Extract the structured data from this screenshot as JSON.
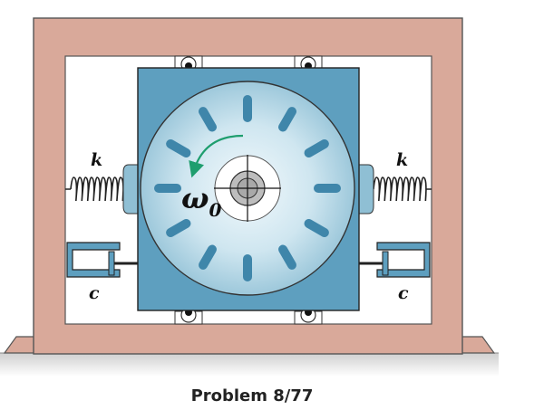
{
  "figure": {
    "spring_left_label": "k",
    "spring_right_label": "k",
    "damper_left_label": "c",
    "damper_right_label": "c",
    "rotor_speed_label": "ω",
    "rotor_speed_subscript": "0",
    "caption": "Problem 8/77"
  },
  "colors": {
    "frame": "#d9a99a",
    "frame_stroke": "#555555",
    "block": "#5e9fbf",
    "disk_light": "#e4f1f7",
    "disk_dark": "#a8cfe0",
    "slot": "#3f86aa",
    "arrow": "#1e9e6e",
    "ground": "#d4d4d4"
  },
  "rotor": {
    "slot_count": 12
  }
}
